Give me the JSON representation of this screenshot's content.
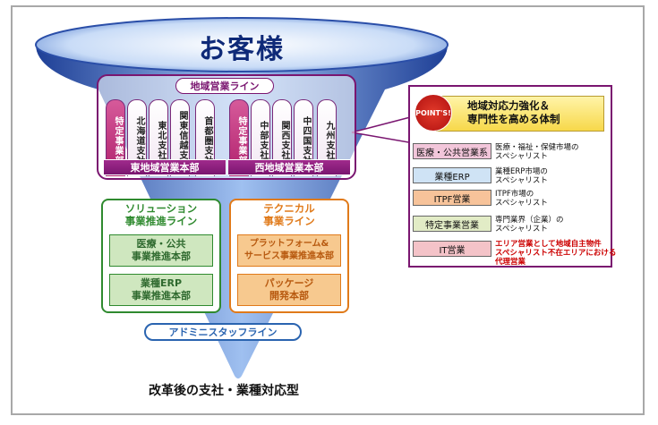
{
  "title_top": "お客様",
  "regional_line": "地域営業ライン",
  "branches": [
    {
      "label": "特定事業部",
      "special": true
    },
    {
      "label": "北海道支社",
      "special": false
    },
    {
      "label": "東北支社",
      "special": false
    },
    {
      "label": "関東信越支社",
      "special": false
    },
    {
      "label": "首都圏支社",
      "special": false
    },
    {
      "label": "特定事業部",
      "special": true
    },
    {
      "label": "中部支社",
      "special": false
    },
    {
      "label": "関西支社",
      "special": false
    },
    {
      "label": "中四国支社",
      "special": false
    },
    {
      "label": "九州支社",
      "special": false
    }
  ],
  "east_hq": "東地域営業本部",
  "west_hq": "西地域営業本部",
  "solution_line": "ソリューション\n事業推進ライン",
  "solution_units": [
    "医療・公共\n事業推進本部",
    "業種ERP\n事業推進本部"
  ],
  "technical_line": "テクニカル\n事業ライン",
  "technical_units": [
    "プラットフォーム&\nサービス事業推進本部",
    "パッケージ\n開発本部"
  ],
  "admin_line": "アドミニスタッフライン",
  "caption": "改革後の支社・業種対応型",
  "point_badge": "POINT'S!",
  "point_title": "地域対応力強化＆\n専門性を高める体制",
  "legend": [
    {
      "label": "医療・公共営業系",
      "desc": "医療・福祉・保健市場の\nスペシャリスト",
      "color": "#f2c6da",
      "desc_color": "#111111"
    },
    {
      "label": "業種ERP",
      "desc": "業種ERP市場の\nスペシャリスト",
      "color": "#cfe3f5",
      "desc_color": "#111111"
    },
    {
      "label": "ITPF営業",
      "desc": "ITPF市場の\nスペシャリスト",
      "color": "#f7c39a",
      "desc_color": "#111111"
    },
    {
      "label": "特定事業営業",
      "desc": "専門業界（企業）の\nスペシャリスト",
      "color": "#e2ecc6",
      "desc_color": "#111111"
    },
    {
      "label": "IT営業",
      "desc": "エリア営業として地域自主物件\nスペシャリスト不在エリアにおける\n代理営業",
      "color": "#f4c3c8",
      "desc_color": "#cc0000"
    }
  ],
  "colors": {
    "funnel": "#4a78c8",
    "regional": "#7a1670",
    "solution": "#2f8a2f",
    "technical": "#e07a1a",
    "admin": "#2a64b0",
    "point_border": "#7a1670"
  }
}
